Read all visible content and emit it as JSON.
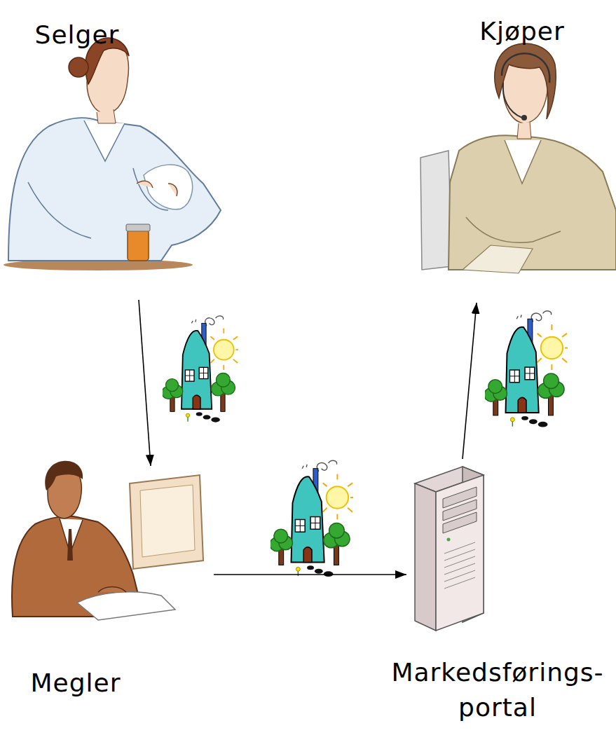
{
  "diagram": {
    "nodes": [
      {
        "text": [
          "Selger"
        ]
      },
      {
        "text": [
          "Kjøper"
        ]
      },
      {
        "text": [
          "Megler"
        ]
      },
      {
        "text": [
          "Markedsførings- portal"
        ]
      }
    ],
    "edges": [
      {
        "from": 0,
        "to": 2,
        "arrow": "to"
      },
      {
        "from": 2,
        "to": 3,
        "arrow": "to"
      },
      {
        "from": 3,
        "to": 1,
        "arrow": "to"
      }
    ]
  }
}
